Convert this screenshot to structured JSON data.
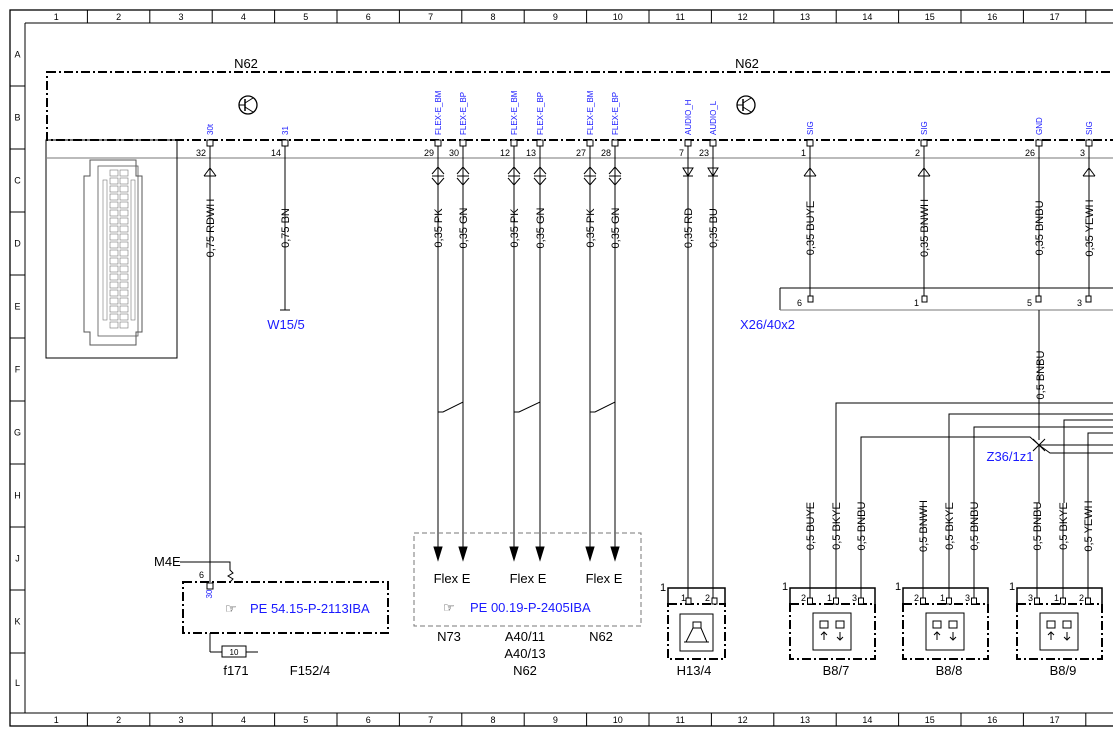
{
  "grid": {
    "columns": [
      "1",
      "2",
      "3",
      "4",
      "5",
      "6",
      "7",
      "8",
      "9",
      "10",
      "11",
      "12",
      "13",
      "14",
      "15",
      "16",
      "17"
    ],
    "rows": [
      "A",
      "B",
      "C",
      "D",
      "E",
      "F",
      "G",
      "H",
      "J",
      "K",
      "L"
    ]
  },
  "colors": {
    "line": "#000000",
    "blue": "#1a1aff",
    "gray": "#777777"
  },
  "module": {
    "name_left": "N62",
    "name_right": "N62",
    "transistor_icon": "transistor-icon"
  },
  "pins": [
    {
      "num": "32",
      "signal": "30t",
      "wire": "0,75 RDWH",
      "arrow": "up"
    },
    {
      "num": "14",
      "signal": "31",
      "wire": "0,75 BN",
      "arrow": "none"
    },
    {
      "num": "29",
      "signal": "FLEX-E_BM",
      "wire": "0,35 PK",
      "arrow": "both"
    },
    {
      "num": "30",
      "signal": "FLEX-E_BP",
      "wire": "0,35 GN",
      "arrow": "both"
    },
    {
      "num": "12",
      "signal": "FLEX-E_BM",
      "wire": "0,35 PK",
      "arrow": "both"
    },
    {
      "num": "13",
      "signal": "FLEX-E_BP",
      "wire": "0,35 GN",
      "arrow": "both"
    },
    {
      "num": "27",
      "signal": "FLEX-E_BM",
      "wire": "0,35 PK",
      "arrow": "both"
    },
    {
      "num": "28",
      "signal": "FLEX-E_BP",
      "wire": "0,35 GN",
      "arrow": "both"
    },
    {
      "num": "7",
      "signal": "AUDIO_H",
      "wire": "0,35 RD",
      "arrow": "down"
    },
    {
      "num": "23",
      "signal": "AUDIO_L",
      "wire": "0,35 BU",
      "arrow": "down"
    },
    {
      "num": "1",
      "signal": "SIG",
      "wire": "0,35 BUYE",
      "arrow": "up"
    },
    {
      "num": "2",
      "signal": "SIG",
      "wire": "0,35 BNWH",
      "arrow": "up"
    },
    {
      "num": "26",
      "signal": "GND",
      "wire": "0,35 BNBU",
      "arrow": "none"
    },
    {
      "num": "3",
      "signal": "SIG",
      "wire": "0,35 YEWH",
      "arrow": "up"
    }
  ],
  "w15": "W15/5",
  "x26": {
    "label": "X26/40x2",
    "pins": [
      "6",
      "1",
      "5",
      "3"
    ],
    "wire_below": "0,5 BNBU"
  },
  "z36": "Z36/1z1",
  "flex_labels": [
    "Flex E",
    "Flex E",
    "Flex E"
  ],
  "flex_ref": "PE 00.19-P-2405IBA",
  "flex_components": [
    "N73",
    "A40/11",
    "A40/13",
    "N62"
  ],
  "m4e": {
    "label": "M4E",
    "pin": "6",
    "signal": "30",
    "ref": "PE 54.15-P-2113IBA",
    "fuse_num": "10",
    "fuse": "f171",
    "block": "F152/4"
  },
  "h13": {
    "label": "H13/4",
    "pin_group": "1",
    "pins": [
      "1",
      "2"
    ],
    "icon": "speaker-icon"
  },
  "sensors": [
    {
      "label": "B8/7",
      "group": "1",
      "pins": [
        "2",
        "1",
        "3"
      ],
      "wires": [
        "0,5 BUYE",
        "0,5 BKYE",
        "0,5 BNBU"
      ],
      "icon": "sensor-icon"
    },
    {
      "label": "B8/8",
      "group": "1",
      "pins": [
        "2",
        "1",
        "3"
      ],
      "wires": [
        "0,5 BNWH",
        "0,5 BKYE",
        "0,5 BNBU"
      ],
      "icon": "sensor-icon"
    },
    {
      "label": "B8/9",
      "group": "1",
      "pins": [
        "3",
        "1",
        "2"
      ],
      "wires": [
        "0,5 BNBU",
        "0,5 BKYE",
        "0,5 YEWH"
      ],
      "icon": "sensor-icon"
    }
  ]
}
